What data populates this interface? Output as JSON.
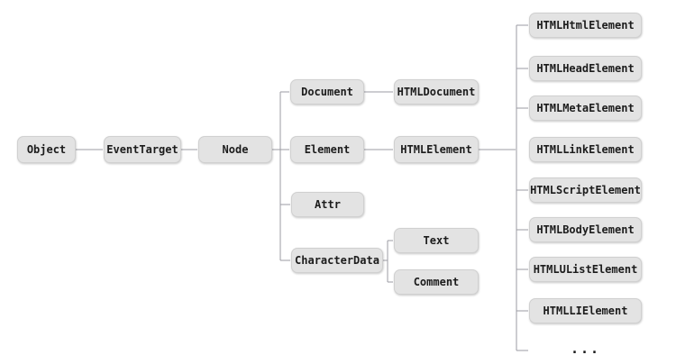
{
  "diagram": {
    "type": "tree",
    "description": "DOM class inheritance hierarchy"
  },
  "nodes": {
    "object": "Object",
    "eventTarget": "EventTarget",
    "node": "Node",
    "document": "Document",
    "htmlDocument": "HTMLDocument",
    "element": "Element",
    "htmlElement": "HTMLElement",
    "attr": "Attr",
    "characterData": "CharacterData",
    "text": "Text",
    "comment": "Comment",
    "htmlSubclasses": [
      "HTMLHtmlElement",
      "HTMLHeadElement",
      "HTMLMetaElement",
      "HTMLLinkElement",
      "HTMLScriptElement",
      "HTMLBodyElement",
      "HTMLUListElement",
      "HTMLLIElement"
    ],
    "more": "..."
  },
  "edges": [
    {
      "from": "Object",
      "to": "EventTarget"
    },
    {
      "from": "EventTarget",
      "to": "Node"
    },
    {
      "from": "Node",
      "to": "Document"
    },
    {
      "from": "Node",
      "to": "Element"
    },
    {
      "from": "Node",
      "to": "Attr"
    },
    {
      "from": "Node",
      "to": "CharacterData"
    },
    {
      "from": "Document",
      "to": "HTMLDocument"
    },
    {
      "from": "Element",
      "to": "HTMLElement"
    },
    {
      "from": "CharacterData",
      "to": "Text"
    },
    {
      "from": "CharacterData",
      "to": "Comment"
    },
    {
      "from": "HTMLElement",
      "to": "HTMLHtmlElement"
    },
    {
      "from": "HTMLElement",
      "to": "HTMLHeadElement"
    },
    {
      "from": "HTMLElement",
      "to": "HTMLMetaElement"
    },
    {
      "from": "HTMLElement",
      "to": "HTMLLinkElement"
    },
    {
      "from": "HTMLElement",
      "to": "HTMLScriptElement"
    },
    {
      "from": "HTMLElement",
      "to": "HTMLBodyElement"
    },
    {
      "from": "HTMLElement",
      "to": "HTMLUListElement"
    },
    {
      "from": "HTMLElement",
      "to": "HTMLLIElement"
    },
    {
      "from": "HTMLElement",
      "to": "..."
    }
  ],
  "colors": {
    "background": "#ffffff",
    "box_fill": "#e3e3e3",
    "box_border": "#d0d0d0",
    "line": "#9b9ba3",
    "text": "#1c1c1c"
  }
}
